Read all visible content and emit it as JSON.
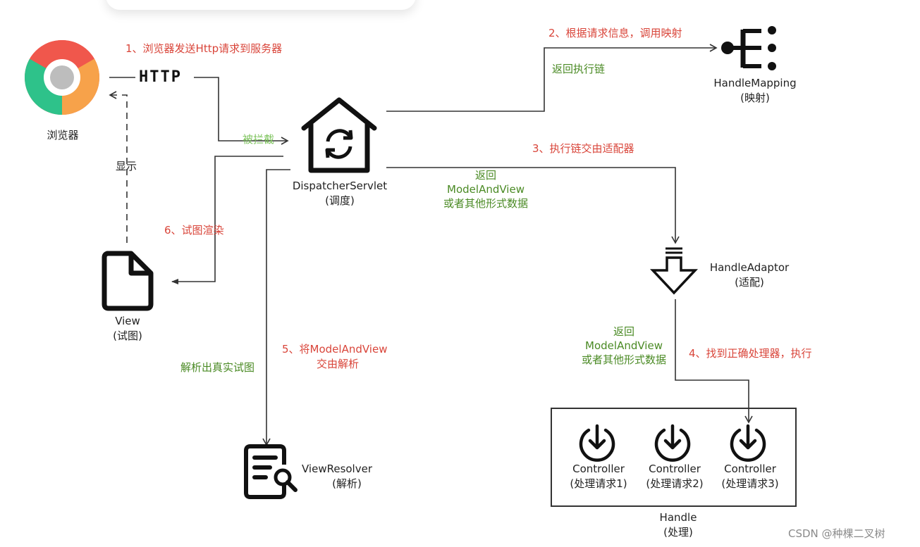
{
  "steps": {
    "s1": "1、浏览器发送Http请求到服务器",
    "s2": "2、根据请求信息，调用映射",
    "s3": "3、执行链交由适配器",
    "s4": "4、找到正确处理器，执行",
    "s5a": "5、将ModelAndView",
    "s5b": "交由解析",
    "s6": "6、试图渲染"
  },
  "edge_labels": {
    "intercepted": "被拦截",
    "return_chain": "返回执行链",
    "display": "显示",
    "return_mav_1": [
      "返回",
      "ModelAndView",
      "或者其他形式数据"
    ],
    "return_mav_2": [
      "返回",
      "ModelAndView",
      "或者其他形式数据"
    ],
    "resolve_view": "解析出真实试图",
    "http": "HTTP"
  },
  "nodes": {
    "browser": "浏览器",
    "dispatcher": [
      "DispatcherServlet",
      "(调度)"
    ],
    "mapping": [
      "HandleMapping",
      "(映射)"
    ],
    "adaptor": [
      "HandleAdaptor",
      "(适配)"
    ],
    "view": [
      "View",
      "(试图)"
    ],
    "resolver": [
      "ViewResolver",
      "(解析)"
    ],
    "controllers": [
      [
        "Controller",
        "(处理请求1)"
      ],
      [
        "Controller",
        "(处理请求2)"
      ],
      [
        "Controller",
        "(处理请求3)"
      ]
    ],
    "handle": [
      "Handle",
      "(处理)"
    ]
  },
  "watermark": "CSDN @种棵二叉树",
  "colors": {
    "step": "#d9453a",
    "return": "#4a8a24",
    "intercept": "#7bc25a",
    "line": "#333333"
  },
  "icons": [
    "chrome-icon",
    "http-text-icon",
    "house-sync-icon",
    "mapping-icon",
    "down-arrow-icon",
    "file-icon",
    "search-doc-icon",
    "download-circle-icon"
  ]
}
